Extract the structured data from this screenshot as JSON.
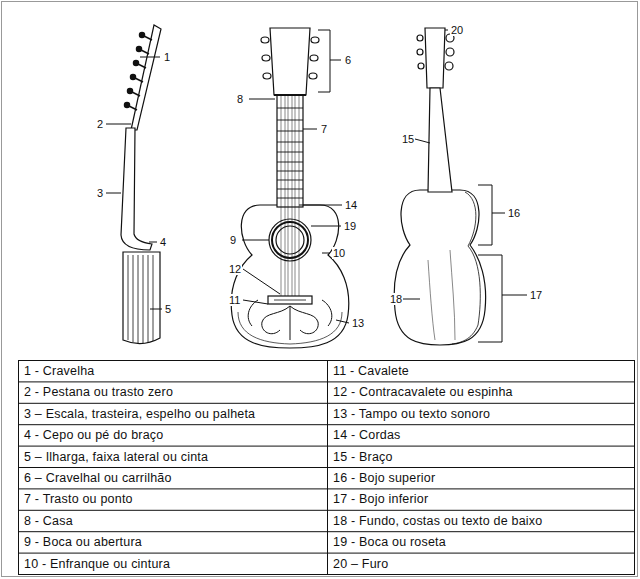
{
  "diagram": {
    "labels": [
      "1",
      "2",
      "3",
      "4",
      "5",
      "6",
      "7",
      "8",
      "9",
      "10",
      "11",
      "12",
      "13",
      "14",
      "15",
      "16",
      "17",
      "18",
      "19",
      "20",
      "1 - Cravelha",
      "11 - Cavalete",
      "2 - Pestana ou trasto zero",
      "12 - Contracavalete ou espinha",
      "3 – Escala, trasteira, espelho ou palheta",
      "13 - Tampo ou texto sonoro",
      "4 - Cepo ou pé do braço",
      "14 - Cordas",
      "5 – Ilharga, faixa lateral ou cinta",
      "15 - Braço",
      "6 – Cravelhal ou carrilhão",
      "16 - Bojo superior",
      "7 - Trasto ou ponto",
      "17 - Bojo inferior",
      "8 - Casa",
      "18 - Fundo, costas ou texto de baixo",
      "9 - Boca ou abertura",
      "19 - Boca ou roseta",
      "10 - Enfranque ou cintura",
      "20 – Furo"
    ]
  }
}
